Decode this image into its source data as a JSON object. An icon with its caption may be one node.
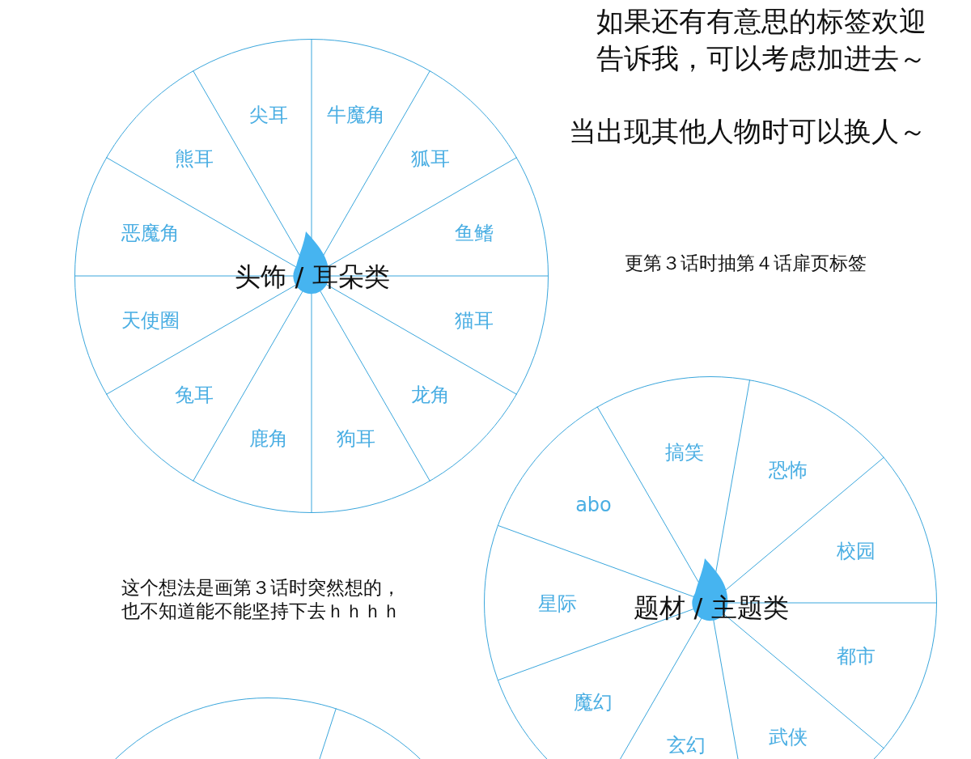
{
  "diagram": {
    "nodes": [
      {
        "text": [
          "头饰 / 耳朵类"
        ]
      },
      {
        "text": [
          "尖耳"
        ],
        "in": 0
      },
      {
        "text": [
          "牛魔角"
        ],
        "in": 0
      },
      {
        "text": [
          "狐耳"
        ],
        "in": 0
      },
      {
        "text": [
          "鱼鳍"
        ],
        "in": 0
      },
      {
        "text": [
          "猫耳"
        ],
        "in": 0
      },
      {
        "text": [
          "龙角"
        ],
        "in": 0
      },
      {
        "text": [
          "狗耳"
        ],
        "in": 0
      },
      {
        "text": [
          "鹿角"
        ],
        "in": 0
      },
      {
        "text": [
          "兔耳"
        ],
        "in": 0
      },
      {
        "text": [
          "天使圈"
        ],
        "in": 0
      },
      {
        "text": [
          "恶魔角"
        ],
        "in": 0
      },
      {
        "text": [
          "熊耳"
        ],
        "in": 0
      },
      {
        "text": [
          "题材 / 主题类"
        ]
      },
      {
        "text": [
          "搞笑"
        ],
        "in": 13
      },
      {
        "text": [
          "恐怖"
        ],
        "in": 13
      },
      {
        "text": [
          "校园"
        ],
        "in": 13
      },
      {
        "text": [
          "都市"
        ],
        "in": 13
      },
      {
        "text": [
          "武侠"
        ],
        "in": 13
      },
      {
        "text": [
          "玄幻"
        ],
        "in": 13
      },
      {
        "text": [
          "魔幻"
        ],
        "in": 13
      },
      {
        "text": [
          "星际"
        ],
        "in": 13
      },
      {
        "text": [
          "abo"
        ],
        "in": 13
      },
      {
        "text": [],
        "shape": "circle"
      }
    ],
    "labels": [
      "如果还有有意思的标签欢迎告诉我，可以考虑加进去～",
      "当出现其他人物时可以换人～",
      "更第３话时抽第４话扉页标签",
      "这个想法是画第３话时突然想的，也不知道能不能坚持下去ｈｈｈｈ"
    ]
  }
}
